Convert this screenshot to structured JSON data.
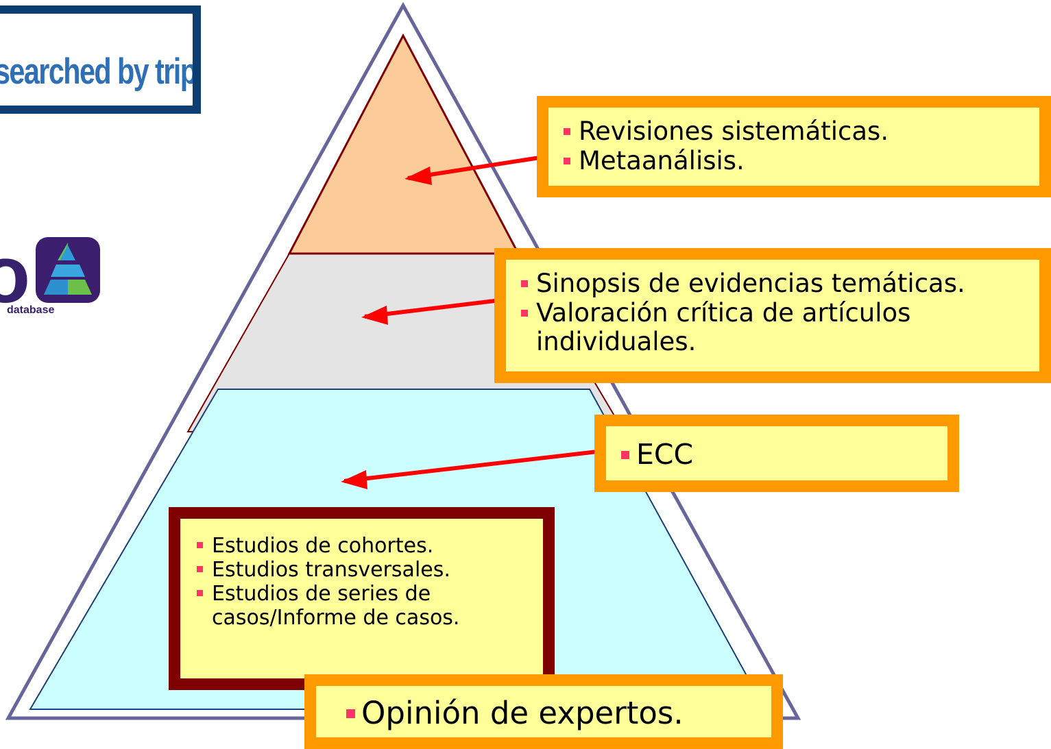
{
  "banner": {
    "text": "searched by trip"
  },
  "logo": {
    "letter": "o",
    "caption": "database"
  },
  "boxes": {
    "top": [
      "Revisiones sistemáticas.",
      "Metaanálisis."
    ],
    "mid": [
      "Sinopsis de evidencias temáticas.",
      "Valoración crítica de artículos individuales."
    ],
    "ecc": [
      "ECC"
    ],
    "low": [
      "Estudios de cohortes.",
      "Estudios transversales.",
      "Estudios de series de casos/Informe de casos."
    ],
    "expert": [
      "Opinión de expertos."
    ]
  },
  "colors": {
    "orange_border": "#ff9900",
    "dark_border": "#7f0000",
    "box_fill": "#ffff99",
    "bullet": "#ff3366",
    "arrow": "#ff0000",
    "tier_top": "#fbcc9a",
    "tier_mid": "#e4e4e4",
    "tier_low": "#ccffff",
    "outline": "#66669a"
  }
}
